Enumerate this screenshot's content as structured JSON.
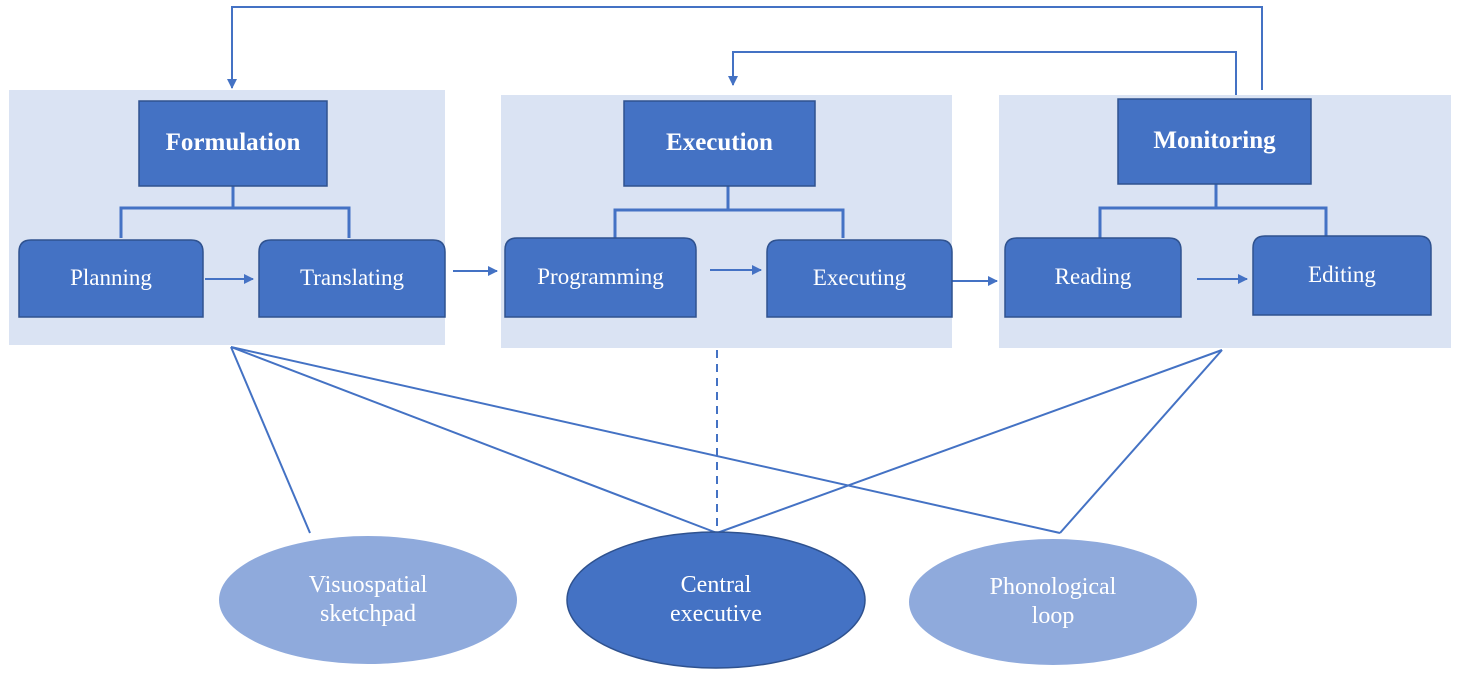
{
  "diagram": {
    "phases": [
      {
        "id": "formulation",
        "label": "Formulation",
        "subprocesses": [
          "Planning",
          "Translating"
        ]
      },
      {
        "id": "execution",
        "label": "Execution",
        "subprocesses": [
          "Programming",
          "Executing"
        ]
      },
      {
        "id": "monitoring",
        "label": "Monitoring",
        "subprocesses": [
          "Reading",
          "Editing"
        ]
      }
    ],
    "memory_components": [
      {
        "id": "visuospatial",
        "label": "Visuospatial\nsketchpad"
      },
      {
        "id": "central",
        "label": "Central\nexecutive"
      },
      {
        "id": "phonological",
        "label": "Phonological\nloop"
      }
    ],
    "links": [
      {
        "from": "formulation",
        "to": "visuospatial",
        "style": "solid"
      },
      {
        "from": "formulation",
        "to": "central",
        "style": "solid"
      },
      {
        "from": "formulation",
        "to": "phonological",
        "style": "solid"
      },
      {
        "from": "execution",
        "to": "central",
        "style": "dashed"
      },
      {
        "from": "monitoring",
        "to": "central",
        "style": "solid"
      },
      {
        "from": "monitoring",
        "to": "phonological",
        "style": "solid"
      }
    ],
    "feedback_arrows": [
      {
        "from": "monitoring",
        "to": "formulation"
      },
      {
        "from": "monitoring",
        "to": "execution"
      }
    ],
    "colors": {
      "panel": "#dae3f3",
      "box": "#4472c4",
      "box_border": "#2f528f",
      "line": "#4472c4",
      "oval_light": "#8faadc",
      "oval_dark": "#4472c4"
    }
  }
}
